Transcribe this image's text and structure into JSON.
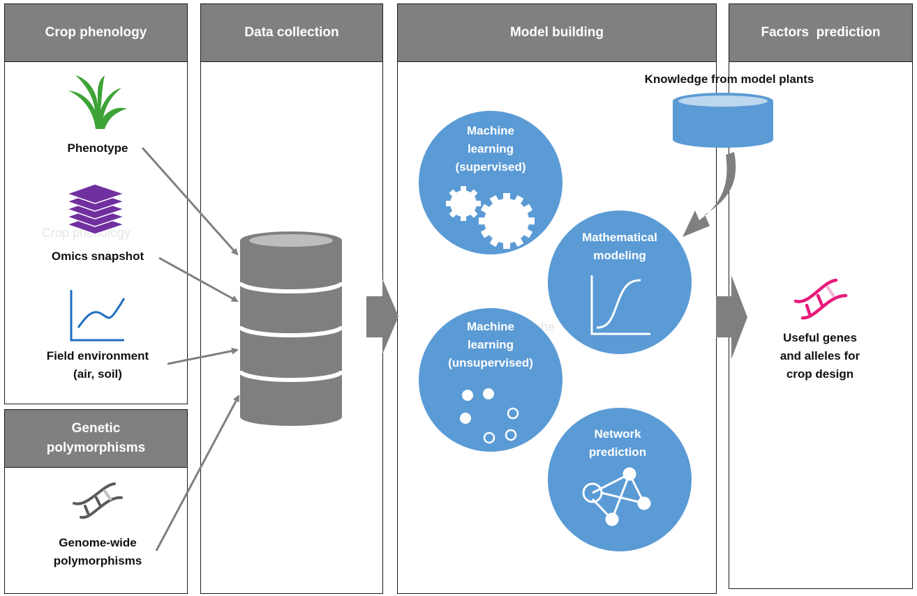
{
  "columns": {
    "crop_phenology": "Crop phenology",
    "data_collection": "Data collection",
    "model_building": "Model building",
    "factors_prediction": "Factors  prediction",
    "genetic_polymorphisms": "Genetic\npolymorphisms"
  },
  "inputs": {
    "phenotype": "Phenotype",
    "omics": "Omics snapshot",
    "field": "Field environment\n(air, soil)",
    "genome": "Genome-wide\npolymorphisms"
  },
  "knowledge": "Knowledge from model plants",
  "methods": {
    "ml_supervised": [
      "Machine",
      "learning",
      "(supervised)"
    ],
    "math_modeling": [
      "Mathematical",
      "modeling"
    ],
    "ml_unsupervised": [
      "Machine",
      "learning",
      "(unsupervised)"
    ],
    "network": [
      "Network",
      "prediction"
    ]
  },
  "output": "Useful genes\nand alleles for\ncrop design",
  "ghost_text": {
    "crop": "Crop phenology",
    "mid": "phe"
  },
  "colors": {
    "header": "#808080",
    "circle": "#5b9bd5",
    "plant": "#3da336",
    "layers": "#7030a0",
    "dna_output": "#e8197a",
    "database": "#7f7f7f"
  }
}
